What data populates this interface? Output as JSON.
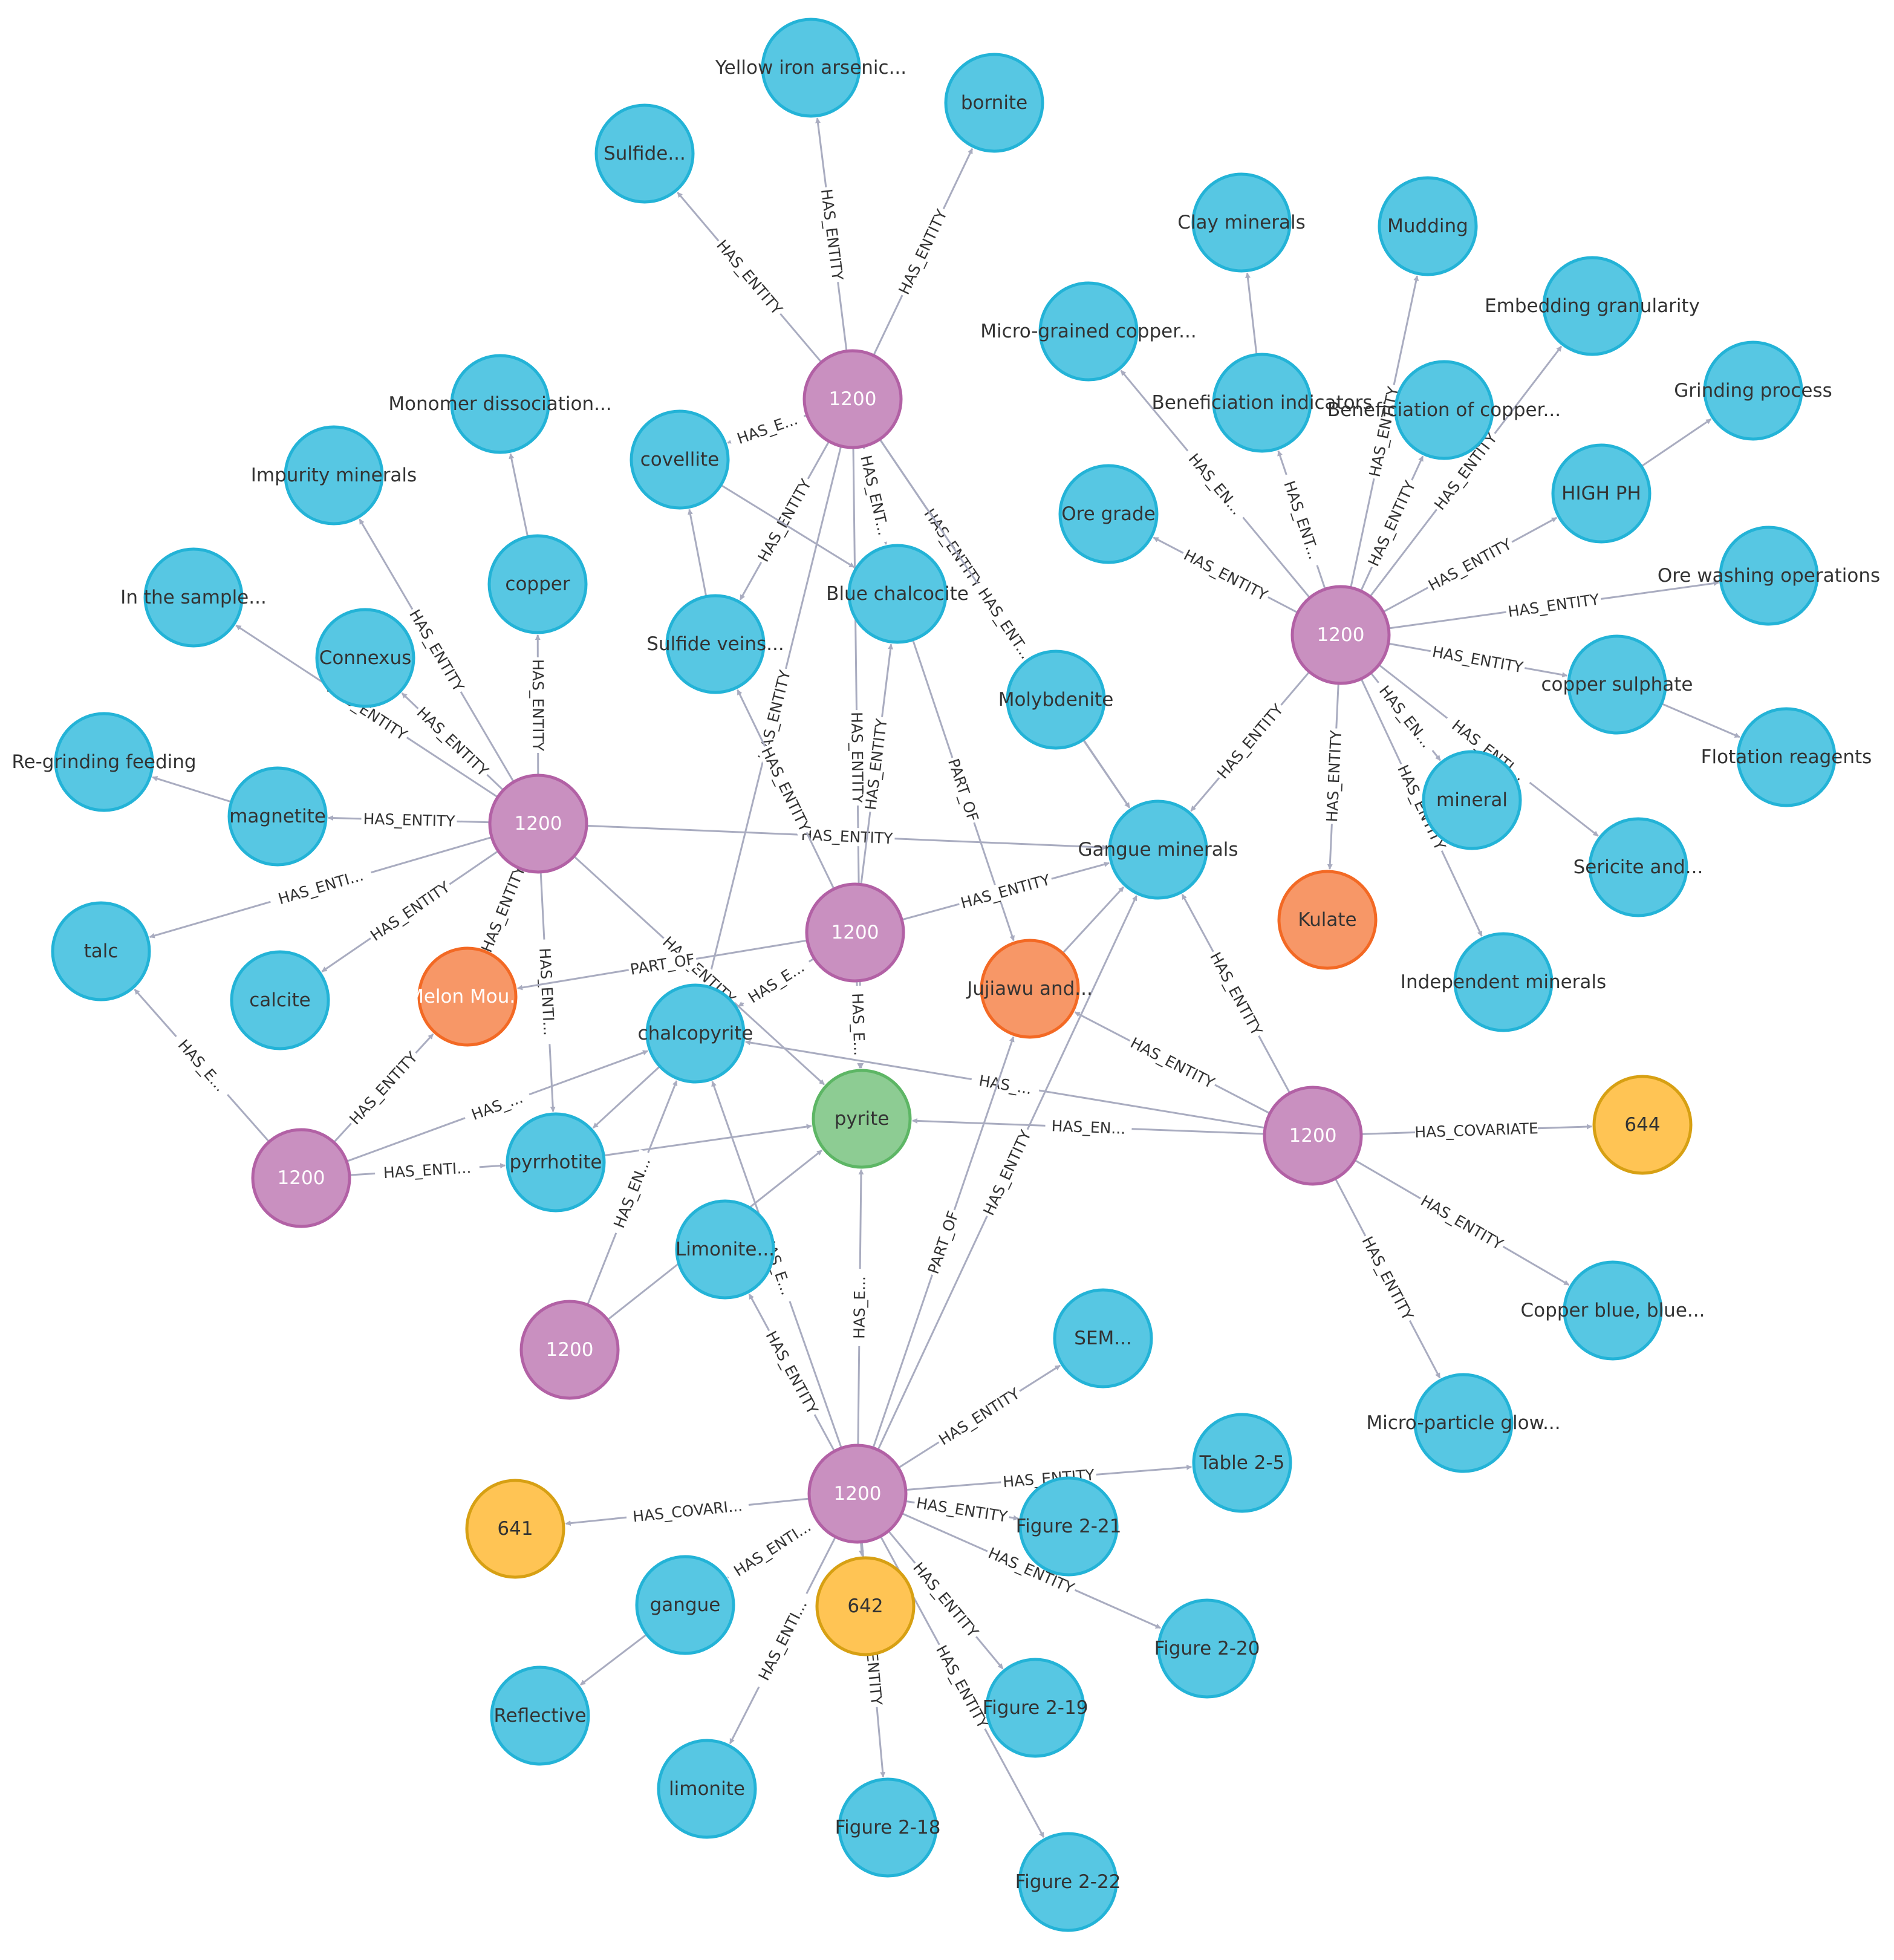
{
  "colors": {
    "pink": "#c990c0",
    "pink_stroke": "#b261a5",
    "blue": "#57c7e3",
    "blue_stroke": "#23b3d7",
    "orange": "#f79767",
    "orange_stroke": "#f36924",
    "yellow": "#ffc454",
    "yellow_stroke": "#d7a013",
    "green": "#8dcc93",
    "green_stroke": "#5db665",
    "edge": "#a9acc0"
  },
  "nodes": [
    {
      "id": "h_top",
      "label": "1200",
      "type": "pink"
    },
    {
      "id": "h_left",
      "label": "1200",
      "type": "pink"
    },
    {
      "id": "h_center",
      "label": "1200",
      "type": "pink"
    },
    {
      "id": "h_right",
      "label": "1200",
      "type": "pink"
    },
    {
      "id": "h_right2",
      "label": "1200",
      "type": "pink"
    },
    {
      "id": "h_bl",
      "label": "1200",
      "type": "pink"
    },
    {
      "id": "h_lc",
      "label": "1200",
      "type": "pink"
    },
    {
      "id": "h_bottom",
      "label": "1200",
      "type": "pink"
    },
    {
      "id": "yellow_iron",
      "label": "Yellow iron arsenic...",
      "type": "blue"
    },
    {
      "id": "bornite",
      "label": "bornite",
      "type": "blue"
    },
    {
      "id": "sulfide",
      "label": "Sulfide...",
      "type": "blue"
    },
    {
      "id": "covellite",
      "label": "covellite",
      "type": "blue"
    },
    {
      "id": "sulfide_veins",
      "label": "Sulfide veins...",
      "type": "blue"
    },
    {
      "id": "blue_chalcocite",
      "label": "Blue chalcocite",
      "type": "blue"
    },
    {
      "id": "molybdenite",
      "label": "Molybdenite",
      "type": "blue"
    },
    {
      "id": "clay",
      "label": "Clay minerals",
      "type": "blue"
    },
    {
      "id": "mudding",
      "label": "Mudding",
      "type": "blue"
    },
    {
      "id": "embedding",
      "label": "Embedding granularity",
      "type": "blue"
    },
    {
      "id": "micro_copper",
      "label": "Micro-grained copper...",
      "type": "blue"
    },
    {
      "id": "benef_ind",
      "label": "Beneficiation indicators",
      "type": "blue"
    },
    {
      "id": "benef_copper",
      "label": "Beneficiation of copper...",
      "type": "blue"
    },
    {
      "id": "grinding",
      "label": "Grinding process",
      "type": "blue"
    },
    {
      "id": "ore_grade",
      "label": "Ore grade",
      "type": "blue"
    },
    {
      "id": "high_ph",
      "label": "HIGH PH",
      "type": "blue"
    },
    {
      "id": "ore_washing",
      "label": "Ore washing operations",
      "type": "blue"
    },
    {
      "id": "copper_sulphate",
      "label": "copper sulphate",
      "type": "blue"
    },
    {
      "id": "flotation",
      "label": "Flotation reagents",
      "type": "blue"
    },
    {
      "id": "mineral",
      "label": "mineral",
      "type": "blue"
    },
    {
      "id": "sericite",
      "label": "Sericite and...",
      "type": "blue"
    },
    {
      "id": "independent",
      "label": "Independent minerals",
      "type": "blue"
    },
    {
      "id": "kulate",
      "label": "Kulate",
      "type": "orange"
    },
    {
      "id": "gangue_minerals",
      "label": "Gangue minerals",
      "type": "blue"
    },
    {
      "id": "monomer",
      "label": "Monomer dissociation...",
      "type": "blue"
    },
    {
      "id": "impurity",
      "label": "Impurity minerals",
      "type": "blue"
    },
    {
      "id": "copper",
      "label": "copper",
      "type": "blue"
    },
    {
      "id": "in_sample",
      "label": "In the sample...",
      "type": "blue"
    },
    {
      "id": "connexus",
      "label": "Connexus",
      "type": "blue"
    },
    {
      "id": "regrinding",
      "label": "Re-grinding feeding",
      "type": "blue"
    },
    {
      "id": "magnetite",
      "label": "magnetite",
      "type": "blue"
    },
    {
      "id": "talc",
      "label": "talc",
      "type": "blue"
    },
    {
      "id": "calcite",
      "label": "calcite",
      "type": "blue"
    },
    {
      "id": "melon",
      "label": "Melon Mou...",
      "type": "orange"
    },
    {
      "id": "chalcopyrite",
      "label": "chalcopyrite",
      "type": "blue"
    },
    {
      "id": "jujiawu",
      "label": "Jujiawu and...",
      "type": "orange"
    },
    {
      "id": "pyrite",
      "label": "pyrite",
      "type": "green"
    },
    {
      "id": "pyrrhotite",
      "label": "pyrrhotite",
      "type": "blue"
    },
    {
      "id": "limonite_dots",
      "label": "Limonite...",
      "type": "blue"
    },
    {
      "id": "n644",
      "label": "644",
      "type": "yellow"
    },
    {
      "id": "copper_blue",
      "label": "Copper blue, blue...",
      "type": "blue"
    },
    {
      "id": "micro_particle",
      "label": "Micro-particle glow...",
      "type": "blue"
    },
    {
      "id": "sem",
      "label": "SEM...",
      "type": "blue"
    },
    {
      "id": "table25",
      "label": "Table 2-5",
      "type": "blue"
    },
    {
      "id": "fig221",
      "label": "Figure 2-21",
      "type": "blue"
    },
    {
      "id": "fig220",
      "label": "Figure 2-20",
      "type": "blue"
    },
    {
      "id": "fig219",
      "label": "Figure 2-19",
      "type": "blue"
    },
    {
      "id": "fig218",
      "label": "Figure 2-18",
      "type": "blue"
    },
    {
      "id": "fig222",
      "label": "Figure 2-22",
      "type": "blue"
    },
    {
      "id": "n641",
      "label": "641",
      "type": "yellow"
    },
    {
      "id": "n642",
      "label": "642",
      "type": "yellow"
    },
    {
      "id": "gangue",
      "label": "gangue",
      "type": "blue"
    },
    {
      "id": "reflective",
      "label": "Reflective",
      "type": "blue"
    },
    {
      "id": "limonite",
      "label": "limonite",
      "type": "blue"
    }
  ],
  "edges": [
    {
      "from": "h_top",
      "to": "sulfide",
      "label": "HAS_ENTITY"
    },
    {
      "from": "h_top",
      "to": "yellow_iron",
      "label": "HAS_ENTITY"
    },
    {
      "from": "h_top",
      "to": "bornite",
      "label": "HAS_ENTITY"
    },
    {
      "from": "h_top",
      "to": "covellite",
      "label": "HAS_E..."
    },
    {
      "from": "h_top",
      "to": "sulfide_veins",
      "label": "HAS_ENTITY"
    },
    {
      "from": "h_top",
      "to": "blue_chalcocite",
      "label": "HAS_ENT..."
    },
    {
      "from": "h_top",
      "to": "molybdenite",
      "label": "HAS_ENTITY"
    },
    {
      "from": "h_top",
      "to": "pyrite",
      "label": "HAS_ENTITY"
    },
    {
      "from": "h_top",
      "to": "gangue_minerals",
      "label": "HAS_ENT..."
    },
    {
      "from": "h_top",
      "to": "chalcopyrite",
      "label": "HAS_ENTITY"
    },
    {
      "from": "sulfide_veins",
      "to": "covellite",
      "label": ""
    },
    {
      "from": "covellite",
      "to": "blue_chalcocite",
      "label": ""
    },
    {
      "from": "blue_chalcocite",
      "to": "jujiawu",
      "label": "PART_OF"
    },
    {
      "from": "molybdenite",
      "to": "gangue_minerals",
      "label": ""
    },
    {
      "from": "h_right",
      "to": "micro_copper",
      "label": "HAS_EN..."
    },
    {
      "from": "h_right",
      "to": "benef_ind",
      "label": "HAS_ENT..."
    },
    {
      "from": "h_right",
      "to": "mudding",
      "label": "HAS_ENTITY"
    },
    {
      "from": "h_right",
      "to": "benef_copper",
      "label": "HAS_ENTITY"
    },
    {
      "from": "h_right",
      "to": "embedding",
      "label": "HAS_ENTITY"
    },
    {
      "from": "h_right",
      "to": "high_ph",
      "label": "HAS_ENTITY"
    },
    {
      "from": "h_right",
      "to": "ore_grade",
      "label": "HAS_ENTITY"
    },
    {
      "from": "h_right",
      "to": "ore_washing",
      "label": "HAS_ENTITY"
    },
    {
      "from": "h_right",
      "to": "copper_sulphate",
      "label": "HAS_ENTITY"
    },
    {
      "from": "h_right",
      "to": "mineral",
      "label": "HAS_EN..."
    },
    {
      "from": "h_right",
      "to": "sericite",
      "label": "HAS_ENTI..."
    },
    {
      "from": "h_right",
      "to": "independent",
      "label": "HAS_ENTITY"
    },
    {
      "from": "h_right",
      "to": "kulate",
      "label": "HAS_ENTITY"
    },
    {
      "from": "h_right",
      "to": "gangue_minerals",
      "label": "HAS_ENTITY"
    },
    {
      "from": "benef_ind",
      "to": "clay",
      "label": ""
    },
    {
      "from": "high_ph",
      "to": "grinding",
      "label": ""
    },
    {
      "from": "copper_sulphate",
      "to": "flotation",
      "label": ""
    },
    {
      "from": "h_left",
      "to": "copper",
      "label": "HAS_ENTITY"
    },
    {
      "from": "h_left",
      "to": "impurity",
      "label": "HAS_ENTITY"
    },
    {
      "from": "h_left",
      "to": "in_sample",
      "label": "HAS_ENTITY"
    },
    {
      "from": "h_left",
      "to": "connexus",
      "label": "HAS_ENTITY"
    },
    {
      "from": "h_left",
      "to": "magnetite",
      "label": "HAS_ENTITY"
    },
    {
      "from": "h_left",
      "to": "talc",
      "label": "HAS_ENTI..."
    },
    {
      "from": "h_left",
      "to": "calcite",
      "label": "HAS_ENTITY"
    },
    {
      "from": "h_left",
      "to": "melon",
      "label": "HAS_ENTITY"
    },
    {
      "from": "h_left",
      "to": "pyrrhotite",
      "label": "HAS_ENTI..."
    },
    {
      "from": "h_left",
      "to": "pyrite",
      "label": "HAS_ENTITY"
    },
    {
      "from": "h_left",
      "to": "gangue_minerals",
      "label": "HAS_ENTITY"
    },
    {
      "from": "copper",
      "to": "monomer",
      "label": ""
    },
    {
      "from": "magnetite",
      "to": "regrinding",
      "label": ""
    },
    {
      "from": "h_center",
      "to": "blue_chalcocite",
      "label": "HAS_ENTITY"
    },
    {
      "from": "h_center",
      "to": "sulfide_veins",
      "label": "HAS_ENTITY"
    },
    {
      "from": "h_center",
      "to": "melon",
      "label": "PART_OF"
    },
    {
      "from": "h_center",
      "to": "chalcopyrite",
      "label": "HAS_E..."
    },
    {
      "from": "h_center",
      "to": "pyrite",
      "label": "HAS_E..."
    },
    {
      "from": "h_center",
      "to": "gangue_minerals",
      "label": "HAS_ENTITY"
    },
    {
      "from": "h_right2",
      "to": "gangue_minerals",
      "label": "HAS_ENTITY"
    },
    {
      "from": "h_right2",
      "to": "jujiawu",
      "label": "HAS_ENTITY"
    },
    {
      "from": "h_right2",
      "to": "pyrite",
      "label": "HAS_EN..."
    },
    {
      "from": "h_right2",
      "to": "chalcopyrite",
      "label": "HAS_..."
    },
    {
      "from": "h_right2",
      "to": "n644",
      "label": "HAS_COVARIATE"
    },
    {
      "from": "h_right2",
      "to": "copper_blue",
      "label": "HAS_ENTITY"
    },
    {
      "from": "h_right2",
      "to": "micro_particle",
      "label": "HAS_ENTITY"
    },
    {
      "from": "h_bl",
      "to": "talc",
      "label": "HAS_E..."
    },
    {
      "from": "h_bl",
      "to": "melon",
      "label": "HAS_ENTITY"
    },
    {
      "from": "h_bl",
      "to": "pyrrhotite",
      "label": "HAS_ENTI..."
    },
    {
      "from": "h_bl",
      "to": "chalcopyrite",
      "label": "HAS_..."
    },
    {
      "from": "pyrrhotite",
      "to": "pyrite",
      "label": ""
    },
    {
      "from": "chalcopyrite",
      "to": "pyrrhotite",
      "label": ""
    },
    {
      "from": "jujiawu",
      "to": "gangue_minerals",
      "label": ""
    },
    {
      "from": "h_lc",
      "to": "chalcopyrite",
      "label": "HAS_EN..."
    },
    {
      "from": "h_lc",
      "to": "pyrite",
      "label": ""
    },
    {
      "from": "h_bottom",
      "to": "limonite_dots",
      "label": "HAS_ENTITY"
    },
    {
      "from": "h_bottom",
      "to": "chalcopyrite",
      "label": "HAS_E..."
    },
    {
      "from": "h_bottom",
      "to": "pyrite",
      "label": "HAS_E..."
    },
    {
      "from": "h_bottom",
      "to": "jujiawu",
      "label": "PART_OF"
    },
    {
      "from": "h_bottom",
      "to": "gangue_minerals",
      "label": "HAS_ENTITY"
    },
    {
      "from": "h_bottom",
      "to": "sem",
      "label": "HAS_ENTITY"
    },
    {
      "from": "h_bottom",
      "to": "table25",
      "label": "HAS_ENTITY"
    },
    {
      "from": "h_bottom",
      "to": "fig221",
      "label": "HAS_ENTITY"
    },
    {
      "from": "h_bottom",
      "to": "fig220",
      "label": "HAS_ENTITY"
    },
    {
      "from": "h_bottom",
      "to": "fig219",
      "label": "HAS_ENTITY"
    },
    {
      "from": "h_bottom",
      "to": "fig222",
      "label": "HAS_ENTITY"
    },
    {
      "from": "h_bottom",
      "to": "fig218",
      "label": "HAS_ENTITY"
    },
    {
      "from": "h_bottom",
      "to": "n642",
      "label": ""
    },
    {
      "from": "h_bottom",
      "to": "n641",
      "label": "HAS_COVARI..."
    },
    {
      "from": "h_bottom",
      "to": "gangue",
      "label": "HAS_ENTI..."
    },
    {
      "from": "h_bottom",
      "to": "limonite",
      "label": "HAS_ENTI..."
    },
    {
      "from": "gangue",
      "to": "reflective",
      "label": ""
    }
  ]
}
